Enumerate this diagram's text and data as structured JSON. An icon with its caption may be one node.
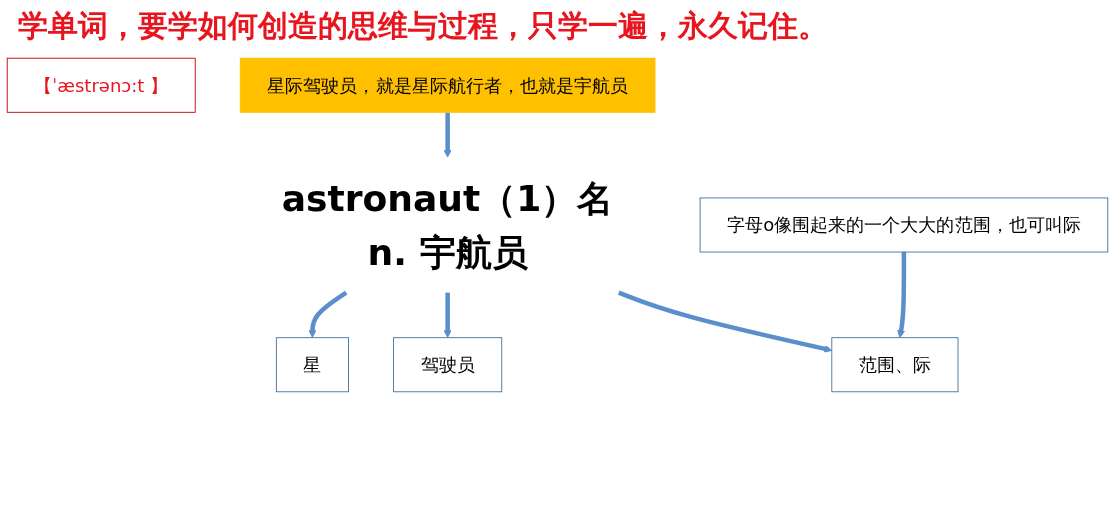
{
  "diagram": {
    "title": "学单词，要学如何创造的思维与过程，只学一遍，永久记住。",
    "nodes": [
      {
        "text": [
          "星"
        ]
      },
      {
        "text": [
          "驾驶员"
        ]
      },
      {
        "text": [
          "astronaut（1）名n. 宇航员"
        ]
      },
      {
        "text": [
          "【ˈæstrənɔ:t 】"
        ]
      },
      {
        "text": [
          "范围、际"
        ]
      },
      {
        "text": [
          "字母o像围起来的一个大大的范围，也可叫际"
        ]
      },
      {
        "text": [
          "星际驾驶员，就是星际航行者，也就是宇航员"
        ]
      }
    ],
    "edges": [
      {
        "from": 2,
        "to": 0,
        "arrow": "to"
      },
      {
        "from": 2,
        "to": 1,
        "arrow": "to"
      },
      {
        "from": 2,
        "to": 4,
        "arrow": "to"
      },
      {
        "from": 5,
        "to": 4,
        "arrow": "to"
      },
      {
        "from": 6,
        "to": 2,
        "arrow": "to"
      }
    ]
  }
}
